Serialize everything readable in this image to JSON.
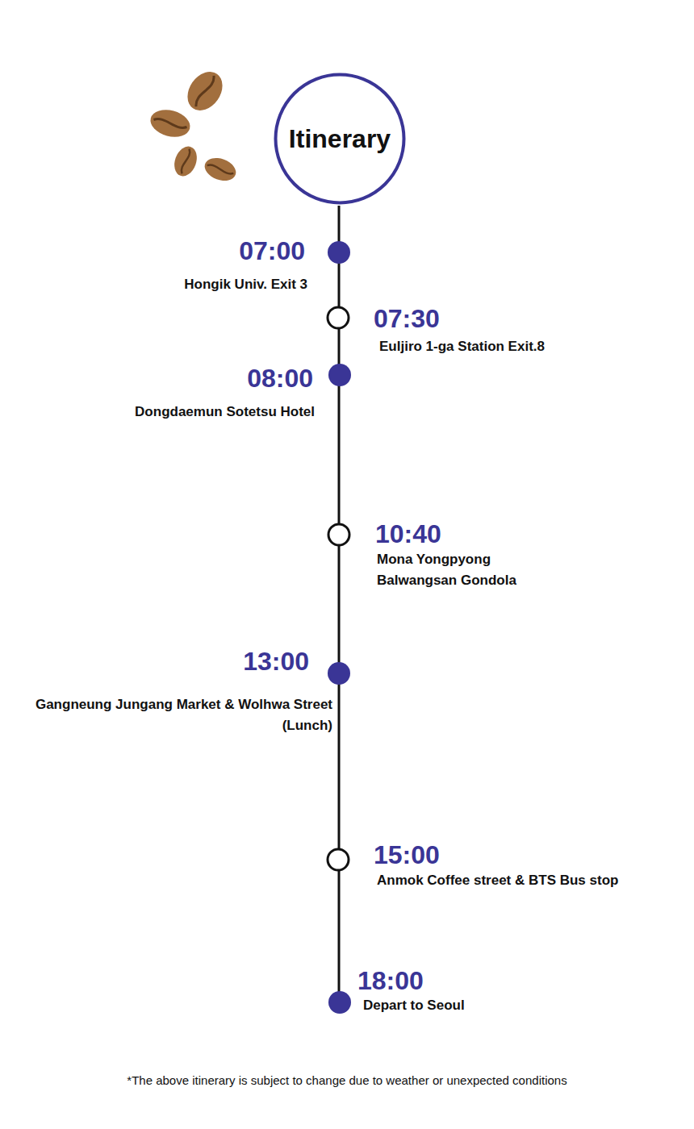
{
  "diagram": {
    "caption": "*The above itinerary is subject to change due to weather or unexpected conditions",
    "nodes": [
      {
        "text": [
          "Itinerary"
        ]
      }
    ],
    "labels": [
      "07:00",
      "Hongik Univ. Exit 3",
      "07:30",
      "Euljiro 1-ga Station Exit.8",
      "08:00",
      "Dongdaemun Sotetsu Hotel",
      "10:40",
      "Mona Yongpyong Balwangsan Gondola",
      "13:00",
      "Gangneung Jungang Market & Wolhwa Street (Lunch)",
      "15:00",
      "Anmok Coffee street & BTS Bus stop",
      "18:00",
      "Depart to Seoul"
    ]
  }
}
